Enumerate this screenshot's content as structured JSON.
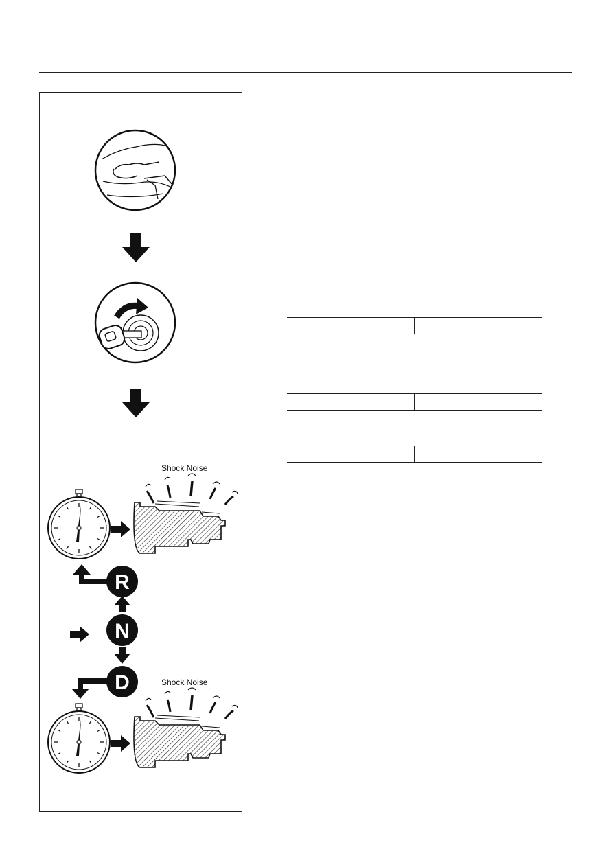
{
  "figure": {
    "captions": [
      "Shock Noise",
      "Shock Noise"
    ],
    "gear_positions": [
      "R",
      "N",
      "D"
    ],
    "icons": [
      "hand-on-parking-brake-illustration",
      "ignition-key-turn-illustration",
      "stopwatch-icon",
      "transmission-housing-illustration",
      "arrow-down-icon",
      "arrow-right-icon"
    ]
  },
  "tables": [
    {
      "cells": [
        "",
        ""
      ]
    },
    {
      "cells": [
        "",
        ""
      ]
    },
    {
      "cells": [
        "",
        ""
      ]
    }
  ]
}
